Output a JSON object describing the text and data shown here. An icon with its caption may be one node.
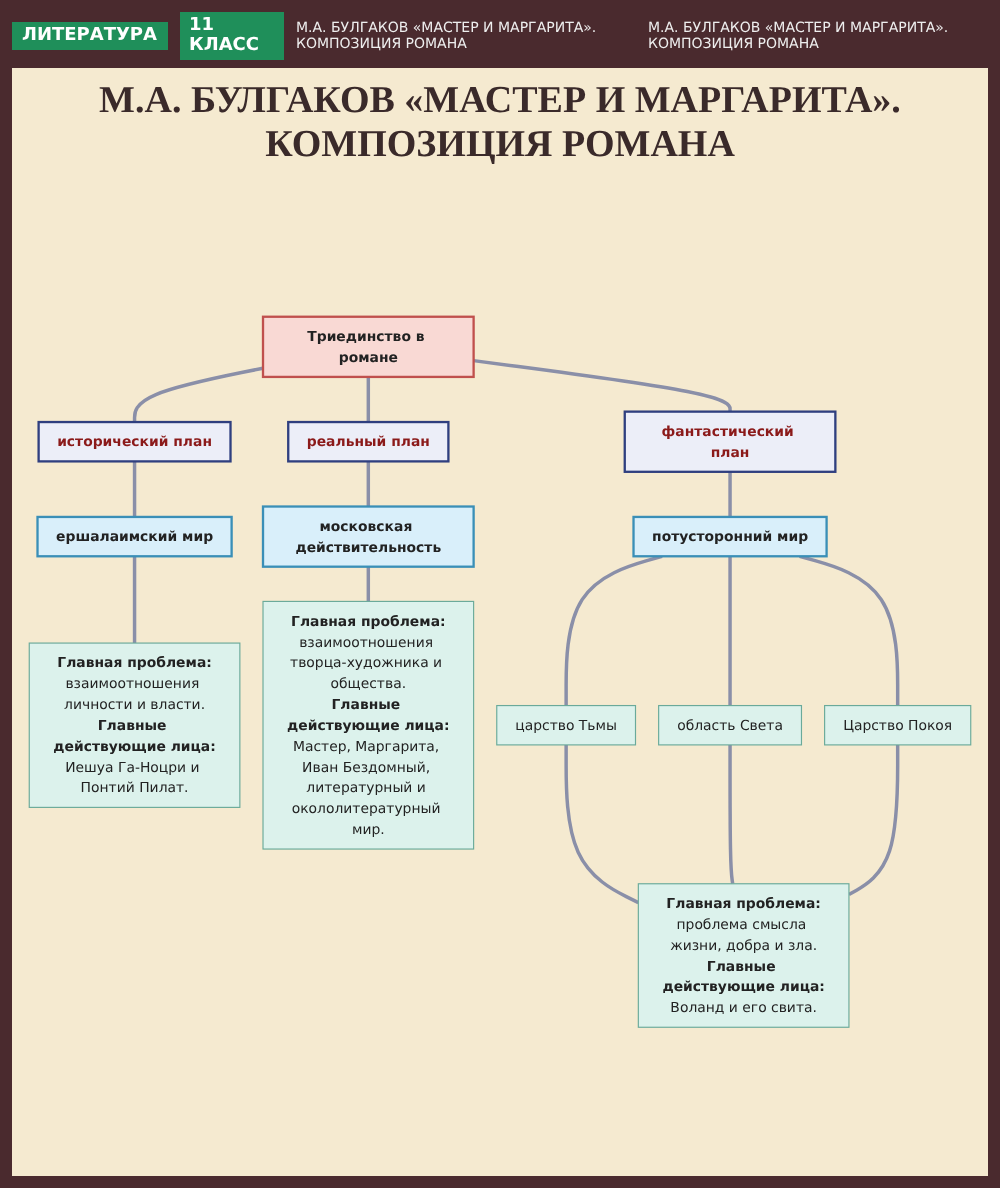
{
  "diagram": {
    "title": "М.А. БУЛГАКОВ «МАСТЕР И МАРГАРИТА». КОМПОЗИЦИЯ РОМАНА",
    "nodes": [
      {
        "text": [
          "Триединство в романе"
        ]
      },
      {
        "text": [
          "исторический план"
        ]
      },
      {
        "text": [
          "реальный план"
        ]
      },
      {
        "text": [
          "фантастический план"
        ]
      },
      {
        "text": [
          "ершалаимский мир"
        ]
      },
      {
        "text": [
          "московская действительность"
        ]
      },
      {
        "text": [
          "потусторонний мир"
        ]
      },
      {
        "text": [
          "Главная проблема:",
          "взаимоотношения личности и власти.",
          "Главные действующие лица:",
          "Иешуа Га-Ноцри и Понтий Пилат."
        ]
      },
      {
        "text": [
          "Главная проблема:",
          "взаимоотношения творца-художника и общества.",
          "Главные действующие лица:",
          "Мастер, Маргарита, Иван Бездомный, литературный и окололитературный мир."
        ]
      },
      {
        "text": [
          "царство Тьмы"
        ]
      },
      {
        "text": [
          "область Света"
        ]
      },
      {
        "text": [
          "Царство Покоя"
        ]
      },
      {
        "text": [
          "Главная проблема:",
          "проблема смысла жизни, добра и зла.",
          "Главные действующие лица:",
          "Воланд и его свита."
        ]
      }
    ],
    "edges": [
      {
        "from": 0,
        "to": 1,
        "arrow": "none"
      },
      {
        "from": 0,
        "to": 2,
        "arrow": "none"
      },
      {
        "from": 0,
        "to": 3,
        "arrow": "none"
      },
      {
        "from": 1,
        "to": 4,
        "arrow": "none"
      },
      {
        "from": 2,
        "to": 5,
        "arrow": "none"
      },
      {
        "from": 3,
        "to": 6,
        "arrow": "none"
      },
      {
        "from": 4,
        "to": 7,
        "arrow": "none"
      },
      {
        "from": 5,
        "to": 8,
        "arrow": "none"
      },
      {
        "from": 6,
        "to": 9,
        "arrow": "none"
      },
      {
        "from": 6,
        "to": 10,
        "arrow": "none"
      },
      {
        "from": 6,
        "to": 11,
        "arrow": "none"
      },
      {
        "from": 9,
        "to": 12,
        "arrow": "none"
      },
      {
        "from": 10,
        "to": 12,
        "arrow": "none"
      },
      {
        "from": 11,
        "to": 12,
        "arrow": "none"
      }
    ],
    "labels": [
      "ЛИТЕРАТУРА",
      "11 КЛАСС",
      "М.А. БУЛГАКОВ «МАСТЕР И МАРГАРИТА». КОМПОЗИЦИЯ РОМАНА",
      "М.А. БУЛГАКОВ «МАСТЕР И МАРГАРИТА». КОМПОЗИЦИЯ РОМАНА"
    ]
  }
}
